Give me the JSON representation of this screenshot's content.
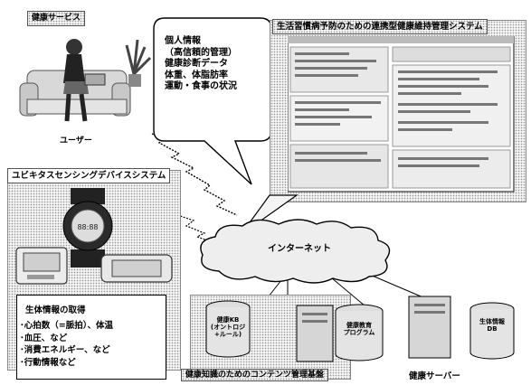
{
  "user_section": {
    "service_label": "健康サービス",
    "caption": "ユーザー"
  },
  "personal_info_bubble": {
    "lines": [
      "個人情報",
      "（高信頼的管理）",
      "健康診断データ",
      "体重、体脂肪率",
      "運動・食事の状況"
    ]
  },
  "system_panel": {
    "title": "生活習慣病予防のための連携型健康維持管理システム"
  },
  "device_section": {
    "title": "ユビキタスセンシングデバイスシステム",
    "bio_title": "生体情報の取得",
    "bio_items": [
      "･心拍数（=脈拍）、体温",
      "･血圧、など",
      "･消費エネルギー、など",
      "･行動情報など"
    ]
  },
  "network": {
    "internet_label": "インターネット"
  },
  "servers": {
    "kb_label_lines": [
      "健康KB",
      "(オントロジ",
      "+ルール)"
    ],
    "program_label_lines": [
      "健康教育",
      "プログラム"
    ],
    "bio_db_label_lines": [
      "生体情報",
      "DB"
    ],
    "caption_left": "健康知識のためのコンテンツ管理基盤",
    "caption_right": "健康サーバー"
  },
  "colors": {
    "ink": "#000000",
    "dot_fill": "#f4f4f4",
    "screen_gray": "#d0d0d0"
  }
}
